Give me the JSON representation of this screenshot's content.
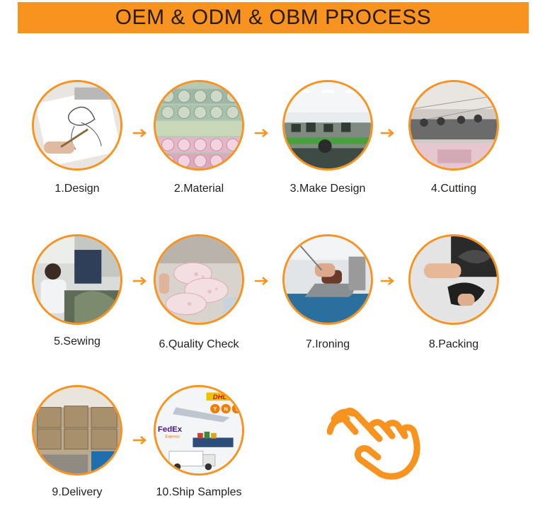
{
  "header": {
    "title": "OEM & ODM & OBM PROCESS"
  },
  "colors": {
    "accent": "#f7931e",
    "banner_text": "#2a1a0a",
    "label_text": "#222222"
  },
  "steps": [
    {
      "label": "1.Design",
      "icon": "design-sketch-photo"
    },
    {
      "label": "2.Material",
      "icon": "fabric-rolls-photo"
    },
    {
      "label": "3.Make Design",
      "icon": "design-office-photo"
    },
    {
      "label": "4.Cutting",
      "icon": "cutting-floor-photo"
    },
    {
      "label": "5.Sewing",
      "icon": "sewing-worker-photo"
    },
    {
      "label": "6.Quality Check",
      "icon": "lace-inspection-photo"
    },
    {
      "label": "7.Ironing",
      "icon": "ironing-photo"
    },
    {
      "label": "8.Packing",
      "icon": "packing-photo"
    },
    {
      "label": "9.Delivery",
      "icon": "warehouse-boxes-photo"
    },
    {
      "label": "10.Ship Samples",
      "icon": "shipping-carriers-photo"
    }
  ],
  "carriers": {
    "dhl": "DHL",
    "tnt": "TNT",
    "fedex": "FedEx",
    "fedex_sub": "Express"
  },
  "decor": {
    "hand": "pointing-hand-icon",
    "arrow": "chevron-arrow-icon"
  }
}
